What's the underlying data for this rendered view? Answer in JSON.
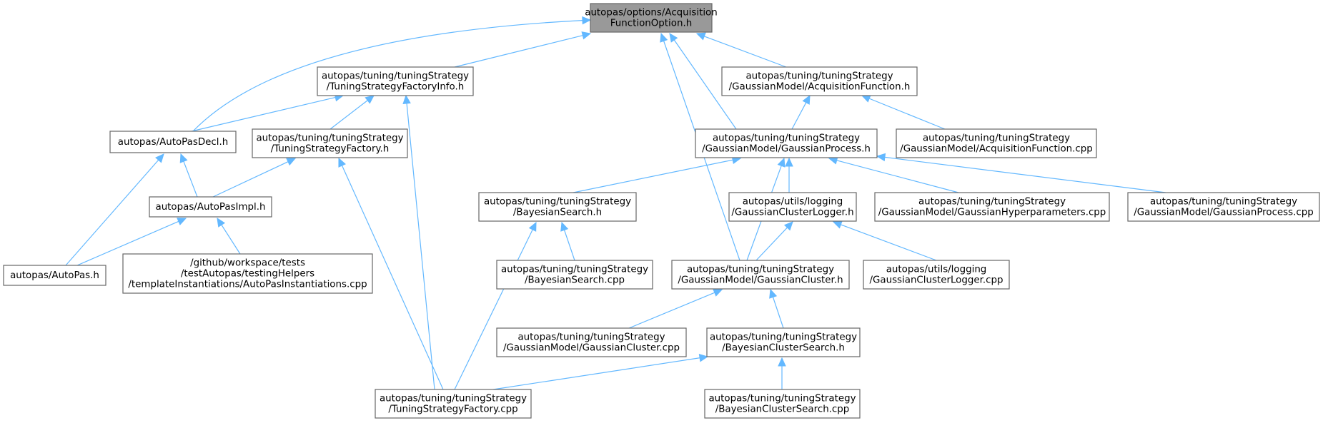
{
  "diagram": {
    "type": "include-dependency-graph",
    "colors": {
      "edge": "#63b8ff",
      "node_border": "#666666",
      "root_fill": "#999999",
      "node_fill": "#ffffff"
    },
    "nodes": [
      {
        "id": "acq_opt",
        "lines": [
          "autopas/options/Acquisition",
          "FunctionOption.h"
        ],
        "root": true
      },
      {
        "id": "tsf_info",
        "lines": [
          "autopas/tuning/tuningStrategy",
          "/TuningStrategyFactoryInfo.h"
        ]
      },
      {
        "id": "acq_fn_h",
        "lines": [
          "autopas/tuning/tuningStrategy",
          "/GaussianModel/AcquisitionFunction.h"
        ]
      },
      {
        "id": "autopas_decl",
        "lines": [
          "autopas/AutoPasDecl.h"
        ]
      },
      {
        "id": "tsf_h",
        "lines": [
          "autopas/tuning/tuningStrategy",
          "/TuningStrategyFactory.h"
        ]
      },
      {
        "id": "gp_h",
        "lines": [
          "autopas/tuning/tuningStrategy",
          "/GaussianModel/GaussianProcess.h"
        ]
      },
      {
        "id": "acq_fn_cpp",
        "lines": [
          "autopas/tuning/tuningStrategy",
          "/GaussianModel/AcquisitionFunction.cpp"
        ]
      },
      {
        "id": "autopas_impl",
        "lines": [
          "autopas/AutoPasImpl.h"
        ]
      },
      {
        "id": "bs_h",
        "lines": [
          "autopas/tuning/tuningStrategy",
          "/BayesianSearch.h"
        ]
      },
      {
        "id": "gcl_h",
        "lines": [
          "autopas/utils/logging",
          "/GaussianClusterLogger.h"
        ]
      },
      {
        "id": "ghp_cpp",
        "lines": [
          "autopas/tuning/tuningStrategy",
          "/GaussianModel/GaussianHyperparameters.cpp"
        ]
      },
      {
        "id": "gp_cpp",
        "lines": [
          "autopas/tuning/tuningStrategy",
          "/GaussianModel/GaussianProcess.cpp"
        ]
      },
      {
        "id": "autopas_h",
        "lines": [
          "autopas/AutoPas.h"
        ]
      },
      {
        "id": "inst_cpp",
        "lines": [
          "/github/workspace/tests",
          "/testAutopas/testingHelpers",
          "/templateInstantiations/AutoPasInstantiations.cpp"
        ]
      },
      {
        "id": "bs_cpp",
        "lines": [
          "autopas/tuning/tuningStrategy",
          "/BayesianSearch.cpp"
        ]
      },
      {
        "id": "gc_h",
        "lines": [
          "autopas/tuning/tuningStrategy",
          "/GaussianModel/GaussianCluster.h"
        ]
      },
      {
        "id": "gcl_cpp",
        "lines": [
          "autopas/utils/logging",
          "/GaussianClusterLogger.cpp"
        ]
      },
      {
        "id": "gc_cpp",
        "lines": [
          "autopas/tuning/tuningStrategy",
          "/GaussianModel/GaussianCluster.cpp"
        ]
      },
      {
        "id": "bcs_h",
        "lines": [
          "autopas/tuning/tuningStrategy",
          "/BayesianClusterSearch.h"
        ]
      },
      {
        "id": "tsf_cpp",
        "lines": [
          "autopas/tuning/tuningStrategy",
          "/TuningStrategyFactory.cpp"
        ]
      },
      {
        "id": "bcs_cpp",
        "lines": [
          "autopas/tuning/tuningStrategy",
          "/BayesianClusterSearch.cpp"
        ]
      }
    ],
    "edges": [
      {
        "from": "autopas_decl",
        "to": "acq_opt"
      },
      {
        "from": "tsf_info",
        "to": "acq_opt"
      },
      {
        "from": "gc_h",
        "to": "acq_opt"
      },
      {
        "from": "gp_h",
        "to": "acq_opt"
      },
      {
        "from": "acq_fn_h",
        "to": "acq_opt"
      },
      {
        "from": "autopas_decl",
        "to": "tsf_info"
      },
      {
        "from": "tsf_h",
        "to": "tsf_info"
      },
      {
        "from": "tsf_cpp",
        "to": "tsf_info"
      },
      {
        "from": "gp_h",
        "to": "acq_fn_h"
      },
      {
        "from": "acq_fn_cpp",
        "to": "acq_fn_h"
      },
      {
        "from": "autopas_impl",
        "to": "autopas_decl"
      },
      {
        "from": "autopas_h",
        "to": "autopas_decl"
      },
      {
        "from": "autopas_impl",
        "to": "tsf_h"
      },
      {
        "from": "tsf_cpp",
        "to": "tsf_h"
      },
      {
        "from": "autopas_h",
        "to": "autopas_impl"
      },
      {
        "from": "inst_cpp",
        "to": "autopas_impl"
      },
      {
        "from": "bs_h",
        "to": "gp_h"
      },
      {
        "from": "gc_h",
        "to": "gp_h"
      },
      {
        "from": "gcl_h",
        "to": "gp_h"
      },
      {
        "from": "ghp_cpp",
        "to": "gp_h"
      },
      {
        "from": "gp_cpp",
        "to": "gp_h"
      },
      {
        "from": "bs_cpp",
        "to": "bs_h"
      },
      {
        "from": "tsf_cpp",
        "to": "bs_h"
      },
      {
        "from": "gc_h",
        "to": "gcl_h"
      },
      {
        "from": "gcl_cpp",
        "to": "gcl_h"
      },
      {
        "from": "gc_cpp",
        "to": "gc_h"
      },
      {
        "from": "bcs_h",
        "to": "gc_h"
      },
      {
        "from": "tsf_cpp",
        "to": "bcs_h"
      },
      {
        "from": "bcs_cpp",
        "to": "bcs_h"
      }
    ]
  }
}
